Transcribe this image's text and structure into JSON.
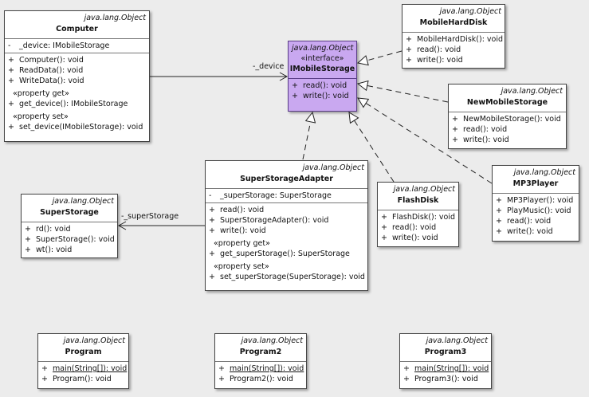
{
  "classes": {
    "computer": {
      "stereotype": "java.lang.Object",
      "name": "Computer",
      "attributes": [
        {
          "vis": "-",
          "text": "_device: IMobileStorage"
        }
      ],
      "operations": [
        {
          "vis": "+",
          "text": "Computer(): void"
        },
        {
          "vis": "+",
          "text": "ReadData(): void"
        },
        {
          "vis": "+",
          "text": "WriteData(): void"
        }
      ],
      "groups": [
        {
          "label": "«property get»",
          "items": [
            {
              "vis": "+",
              "text": "get_device(): IMobileStorage"
            }
          ]
        },
        {
          "label": "«property set»",
          "items": [
            {
              "vis": "+",
              "text": "set_device(IMobileStorage): void"
            }
          ]
        }
      ]
    },
    "imobilestorage": {
      "stereotype": "java.lang.Object",
      "interface_label": "«interface»",
      "name": "IMobileStorage",
      "operations": [
        {
          "vis": "+",
          "text": "read(): void"
        },
        {
          "vis": "+",
          "text": "write(): void"
        }
      ]
    },
    "mobileharddisk": {
      "stereotype": "java.lang.Object",
      "name": "MobileHardDisk",
      "operations": [
        {
          "vis": "+",
          "text": "MobileHardDisk(): void"
        },
        {
          "vis": "+",
          "text": "read(): void"
        },
        {
          "vis": "+",
          "text": "write(): void"
        }
      ]
    },
    "newmobilestorage": {
      "stereotype": "java.lang.Object",
      "name": "NewMobileStorage",
      "operations": [
        {
          "vis": "+",
          "text": "NewMobileStorage(): void"
        },
        {
          "vis": "+",
          "text": "read(): void"
        },
        {
          "vis": "+",
          "text": "write(): void"
        }
      ]
    },
    "superstorageadapter": {
      "stereotype": "java.lang.Object",
      "name": "SuperStorageAdapter",
      "attributes": [
        {
          "vis": "-",
          "text": "_superStorage: SuperStorage"
        }
      ],
      "operations": [
        {
          "vis": "+",
          "text": "read(): void"
        },
        {
          "vis": "+",
          "text": "SuperStorageAdapter(): void"
        },
        {
          "vis": "+",
          "text": "write(): void"
        }
      ],
      "groups": [
        {
          "label": "«property get»",
          "items": [
            {
              "vis": "+",
              "text": "get_superStorage(): SuperStorage"
            }
          ]
        },
        {
          "label": "«property set»",
          "items": [
            {
              "vis": "+",
              "text": "set_superStorage(SuperStorage): void"
            }
          ]
        }
      ]
    },
    "flashdisk": {
      "stereotype": "java.lang.Object",
      "name": "FlashDisk",
      "operations": [
        {
          "vis": "+",
          "text": "FlashDisk(): void"
        },
        {
          "vis": "+",
          "text": "read(): void"
        },
        {
          "vis": "+",
          "text": "write(): void"
        }
      ]
    },
    "mp3player": {
      "stereotype": "java.lang.Object",
      "name": "MP3Player",
      "operations": [
        {
          "vis": "+",
          "text": "MP3Player(): void"
        },
        {
          "vis": "+",
          "text": "PlayMusic(): void"
        },
        {
          "vis": "+",
          "text": "read(): void"
        },
        {
          "vis": "+",
          "text": "write(): void"
        }
      ]
    },
    "superstorage": {
      "stereotype": "java.lang.Object",
      "name": "SuperStorage",
      "operations": [
        {
          "vis": "+",
          "text": "rd(): void"
        },
        {
          "vis": "+",
          "text": "SuperStorage(): void"
        },
        {
          "vis": "+",
          "text": "wt(): void"
        }
      ]
    },
    "program": {
      "stereotype": "java.lang.Object",
      "name": "Program",
      "operations": [
        {
          "vis": "+",
          "text": "main(String[]): void",
          "static": true
        },
        {
          "vis": "+",
          "text": "Program(): void"
        }
      ]
    },
    "program2": {
      "stereotype": "java.lang.Object",
      "name": "Program2",
      "operations": [
        {
          "vis": "+",
          "text": "main(String[]): void",
          "static": true
        },
        {
          "vis": "+",
          "text": "Program2(): void"
        }
      ]
    },
    "program3": {
      "stereotype": "java.lang.Object",
      "name": "Program3",
      "operations": [
        {
          "vis": "+",
          "text": "main(String[]): void",
          "static": true
        },
        {
          "vis": "+",
          "text": "Program3(): void"
        }
      ]
    }
  },
  "edges": {
    "device_label": "-_device",
    "superstorage_label": "-_superStorage"
  },
  "colors": {
    "interface_fill": "#c9a8f0",
    "class_fill": "#ffffff",
    "line": "#222222"
  }
}
